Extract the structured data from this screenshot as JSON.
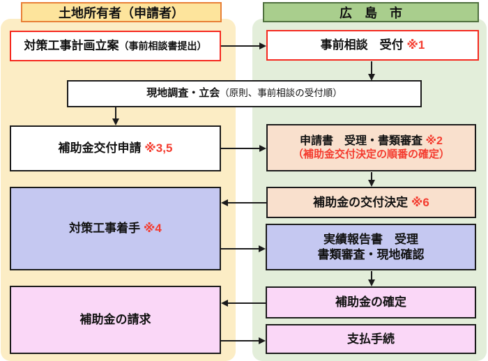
{
  "headers": {
    "left": "土地所有者（申請者）",
    "right": "広　島　市"
  },
  "boxes": {
    "plan": {
      "label": "対策工事計画立案",
      "paren": "（事前相談書提出）"
    },
    "consult": {
      "label": "事前相談　受付 ",
      "note": "※1"
    },
    "survey": {
      "label": "現地調査・立会",
      "paren": "（原則、事前相談の受付順）"
    },
    "apply": {
      "label": "補助金交付申請 ",
      "note": "※3,5"
    },
    "review": {
      "label": "申請書　受理・書類審査 ",
      "note": "※2",
      "sub": "（補助金交付決定の順番の確定）"
    },
    "decision": {
      "label": "補助金の交付決定 ",
      "note": "※6"
    },
    "work": {
      "label": "対策工事着手 ",
      "note": "※4"
    },
    "report": {
      "line1": "実績報告書　受理",
      "line2": "書類審査・現地確認"
    },
    "confirm": {
      "label": "補助金の確定"
    },
    "claim": {
      "label": "補助金の請求"
    },
    "payment": {
      "label": "支払手続"
    }
  },
  "flow": [
    {
      "from": "対策工事計画立案（事前相談書提出）",
      "to": "事前相談 受付"
    },
    {
      "from": "事前相談 受付",
      "to": "現地調査・立会"
    },
    {
      "from": "現地調査・立会",
      "to": "補助金交付申請"
    },
    {
      "from": "補助金交付申請",
      "to": "申請書 受理・書類審査"
    },
    {
      "from": "申請書 受理・書類審査",
      "to": "補助金の交付決定"
    },
    {
      "from": "補助金の交付決定",
      "to": "対策工事着手"
    },
    {
      "from": "対策工事着手",
      "to": "実績報告書 受理 書類審査・現地確認"
    },
    {
      "from": "実績報告書 受理 書類審査・現地確認",
      "to": "補助金の確定"
    },
    {
      "from": "補助金の確定",
      "to": "補助金の請求"
    },
    {
      "from": "補助金の請求",
      "to": "支払手続"
    }
  ],
  "colors": {
    "left_panel": "#fcedc5",
    "left_header_fill": "#fde49c",
    "left_header_border": "#e87f36",
    "right_panel": "#e3eeda",
    "right_header_fill": "#a9ce8d",
    "right_header_border": "#50703f",
    "box_white": "#ffffff",
    "box_peach": "#f9e0cd",
    "box_lavender": "#c5c8f1",
    "box_pink": "#fad7f7",
    "red_accent": "#f5281e",
    "line": "#1a1a1a"
  }
}
